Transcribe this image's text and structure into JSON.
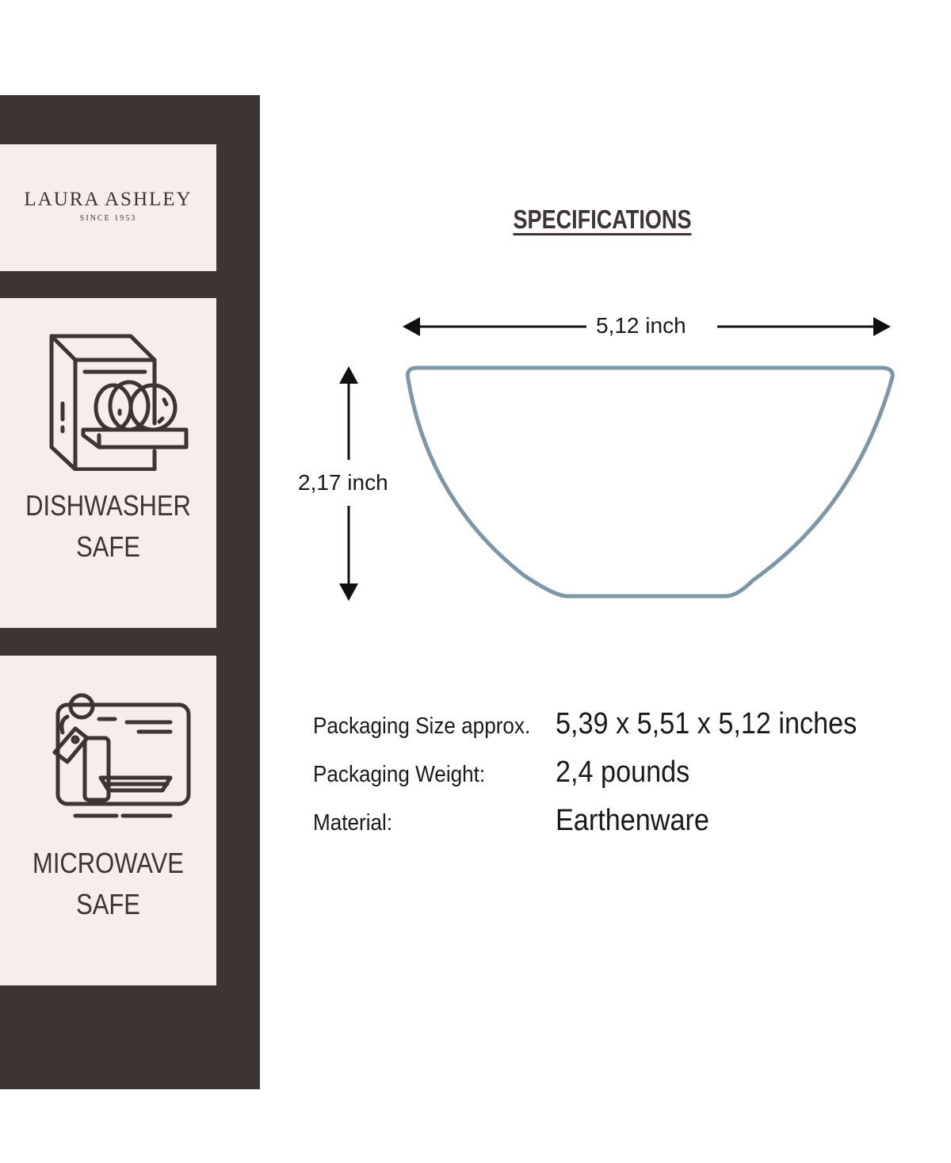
{
  "brand": {
    "name": "LAURA ASHLEY",
    "since": "SINCE 1953"
  },
  "features": {
    "dishwasher": {
      "line1": "DISHWASHER",
      "line2": "SAFE",
      "icon": "dishwasher-icon"
    },
    "microwave": {
      "line1": "MICROWAVE",
      "line2": "SAFE",
      "icon": "microwave-icon"
    }
  },
  "specifications": {
    "title": "SPECIFICATIONS",
    "width": "5,12 inch",
    "height": "2,17 inch",
    "rows": [
      {
        "key": "Packaging Size approx.",
        "value": "5,39 x 5,51 x 5,12 inches"
      },
      {
        "key": "Packaging Weight:",
        "value": "2,4 pounds"
      },
      {
        "key": "Material:",
        "value": "Earthenware"
      }
    ]
  },
  "colors": {
    "sidebar": "#3c3533",
    "panel": "#f9ecec",
    "bowl_outline": "#7e97a6"
  }
}
